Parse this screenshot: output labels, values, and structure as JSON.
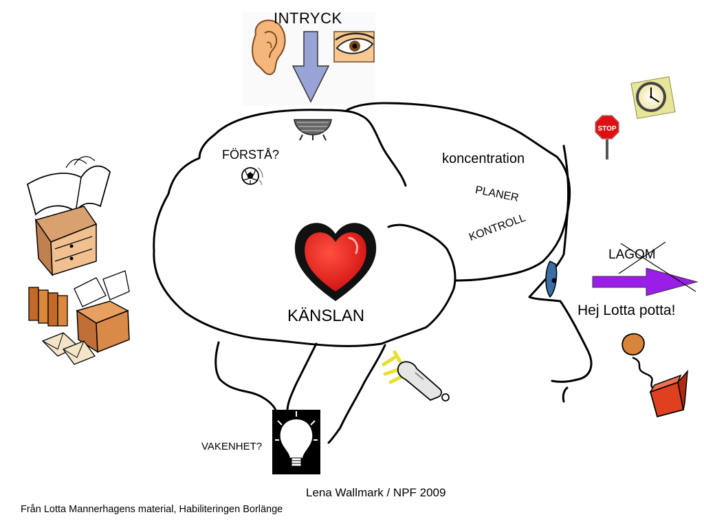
{
  "title": "INTRYCK",
  "labels": {
    "understand": "FÖRSTÅ?",
    "concentration": "koncentration",
    "plans": "PLANER",
    "control": "KONTROLL",
    "feeling": "KÄNSLAN",
    "lagom": "LAGOM",
    "speech": "Hej Lotta potta!",
    "alertness": "VAKENHET?"
  },
  "footer": {
    "author": "Lena Wallmark / NPF 2009",
    "source": "Från Lotta Mannerhagens material, Habiliteringen Borlänge"
  },
  "icons": {
    "stop_sign": "STOP"
  },
  "colors": {
    "heart": "#e8201c",
    "arrow_down": "#9aa3d6",
    "arrow_right": "#9b1de8",
    "eye": "#3a6ea5"
  }
}
